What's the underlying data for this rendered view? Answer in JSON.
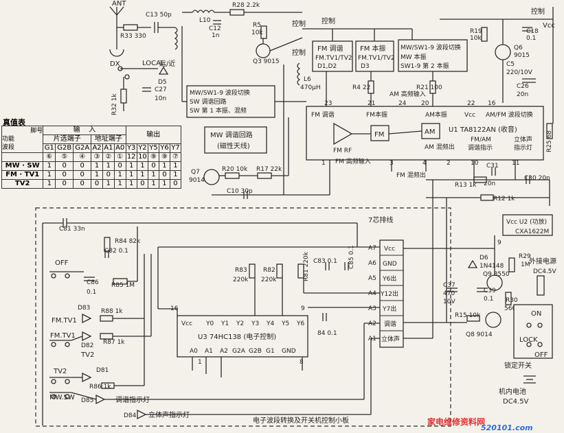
{
  "ic": {
    "u1": {
      "name": "U1 TA8122AN (收音)"
    },
    "u2": {
      "l1": "Vcc U2 (功放)",
      "l2": "CXA1622M",
      "pin": "9"
    },
    "u3": {
      "name": "U3 74HC138 (电子控制)",
      "top": [
        "Vcc",
        "Y0",
        "Y1",
        "Y2",
        "Y3",
        "Y4",
        "Y5",
        "Y6"
      ],
      "bottom": [
        "A0",
        "A1",
        "A2",
        "G2A",
        "G2B",
        "G1",
        "GND"
      ],
      "pin_top": "16",
      "pin_bot": "8",
      "pin_top_r": "9",
      "pin_bot_l": "1"
    }
  },
  "blocks": {
    "fm_tune": [
      "FM 调谐",
      "FM.TV1/TV2",
      "D1,D2"
    ],
    "fm_osc": [
      "FM 本振",
      "FM.TV1/TV2",
      "D3"
    ],
    "mw_sw_switch": [
      "MW/SW1-9 波段切换",
      "MW 本振",
      "SW1-9 第 2 本振"
    ],
    "mw_sw_loop": [
      "MW/SW1-9 波段切换",
      "SW 调谐回路",
      "SW 第 1 本振、混频"
    ],
    "mw_loop": [
      "MW 调谐回路",
      "(磁性天线)"
    ],
    "fm_rf": "FM RF",
    "fm": "FM",
    "am": "AM",
    "connector": "7芯排线",
    "connector_pins": [
      "Vcc",
      "GND",
      "Y6出",
      "Y12出",
      "Y7出",
      "调谐",
      "立体声"
    ],
    "connector_labels": [
      "A7",
      "A6",
      "A5",
      "A4",
      "A3",
      "A2",
      "A1"
    ]
  },
  "labels": {
    "ant": "ANT",
    "dx": "DX",
    "local": "LOCAL",
    "yuanjin": "远/近",
    "kongzhi1": "控制",
    "kongzhi2": "控制",
    "kongzhi3": "控制",
    "kongzhi_top": "控制",
    "am_hf_in": "AM 高频输入",
    "fm_benzhen": "FM本振",
    "fm_tiaoxie": "FM 调谐",
    "am_benzhen": "AM本振",
    "am_fm_sw": "AM/FM 波段切换",
    "vcc_u1": "Vcc",
    "am_mix_out": "AM 混频出",
    "fm_am_tune": "FM/AM",
    "tune_ind": "调谐指示",
    "stereo1": "立体声",
    "stereo2": "指示灯",
    "fm_hf_in": "FM 高频输入",
    "fm_mix_out": "FM 混频出",
    "vcc_top": "Vcc",
    "ext_power": "外接电源",
    "ext_v": "DC4.5V",
    "lock": "LOCK",
    "lock_sw": "锁定开关",
    "on": "ON",
    "off": "OFF",
    "battery": "机内电池",
    "battery_v": "DC4.5V",
    "board_title": "电子波段转换及开关机控制小板",
    "off_btn": "OFF",
    "fm_tv1_a": "FM.TV1",
    "fm_tv1_b": "FM.TV1",
    "tv2_a": "TV2",
    "tv2_b": "TV2",
    "mw_sw": "MW.SW",
    "tune_led": "调谐指示灯",
    "stereo_led": "立体声指示灯"
  },
  "parts": {
    "r33": "R33  330",
    "c13": "C13  50p",
    "l10": "L10",
    "r28": "R28  2.2k",
    "c12": "C12",
    "c12v": "1n",
    "r5": "R5",
    "r5v": "10k",
    "q3": "Q3  9015",
    "d5": "D5",
    "c27": "C27",
    "c27v": "10n",
    "r32": "R32  1k",
    "l6": "L6",
    "l6v": "470μH",
    "r4": "R4  22",
    "r21": "R21  100",
    "r19": "R19",
    "r19v": "10k",
    "q6": "Q6",
    "q6v": "9015",
    "c18": "C18",
    "c18v": "0.1",
    "c5": "C5",
    "c5v": "220/10V",
    "c26": "C26",
    "c26v": "20n",
    "r25": "R25  68",
    "q7": "Q7",
    "q7v": "9014",
    "r20": "R20  10k",
    "r17": "R17  22k",
    "c10": "C10  30p",
    "c31": "C31",
    "c31v": "20n",
    "r13": "R13  1k",
    "c30": "C30  20n",
    "r12": "R12  1k",
    "c81": "C81  33n",
    "r84": "R84  82k",
    "c82": "C82  0.1",
    "c86": "C86",
    "c86v": "0.1",
    "r85": "R85  1M",
    "r83": "R83",
    "r83v": "220k",
    "r82": "R82",
    "r82v": "220k",
    "r81": "R81  220k",
    "c83": "C83  0.1",
    "c85": "C85  0.1",
    "c84": "84  0.1",
    "d83": "D83",
    "r88": "R88  1k",
    "d82": "D82",
    "r87": "R87  1k",
    "d81": "D81",
    "r86": "R86  1k",
    "d85": "D85",
    "d84": "D84",
    "d6": "D6",
    "d6v": "1N4148",
    "r29": "R29",
    "r29v": "1M",
    "q9": "Q9  8550",
    "c37": "C37",
    "c37v": "470",
    "c37u": "10V",
    "c39": "C39",
    "c39v": "0.1",
    "r30": "R30",
    "r30v": "560",
    "r15": "R15  10k",
    "q8": "Q8  9014"
  },
  "pins": {
    "p23": "23",
    "p21": "21",
    "p24": "24",
    "p20": "20",
    "p22": "22",
    "p16": "16",
    "p1": "1",
    "p3": "3",
    "p4": "4",
    "p2": "2",
    "p10": "10",
    "p11": "11",
    "p9": "9"
  },
  "truth": {
    "title": "真值表",
    "h_pin": "脚号",
    "h_func": "功能",
    "h_in": "输",
    "h_in2": "入",
    "h_out": "输出",
    "h_chip": "片选端子",
    "h_addr": "地址端子",
    "h_band": "波段",
    "cols": [
      "G1",
      "G2B",
      "G2A",
      "A2",
      "A1",
      "A0",
      "Y3",
      "Y2",
      "Y5",
      "Y6",
      "Y7"
    ],
    "pinnos": [
      "⑥",
      "⑤",
      "④",
      "③",
      "②",
      "①",
      "12",
      "10",
      "⑨",
      "⑨",
      "⑦"
    ],
    "rows": [
      {
        "band": "MW · SW",
        "vals": [
          "1",
          "0",
          "0",
          "1",
          "1",
          "0",
          "1",
          "1",
          "0",
          "1",
          "1"
        ]
      },
      {
        "band": "FM · TV1",
        "vals": [
          "1",
          "0",
          "0",
          "1",
          "0",
          "1",
          "1",
          "1",
          "1",
          "0",
          "1"
        ]
      },
      {
        "band": "TV2",
        "vals": [
          "1",
          "0",
          "0",
          "0",
          "1",
          "1",
          "1",
          "0",
          "1",
          "1",
          "0"
        ]
      }
    ]
  },
  "watermark": {
    "cn": "家电维修资料网",
    "en": "520101.com"
  }
}
